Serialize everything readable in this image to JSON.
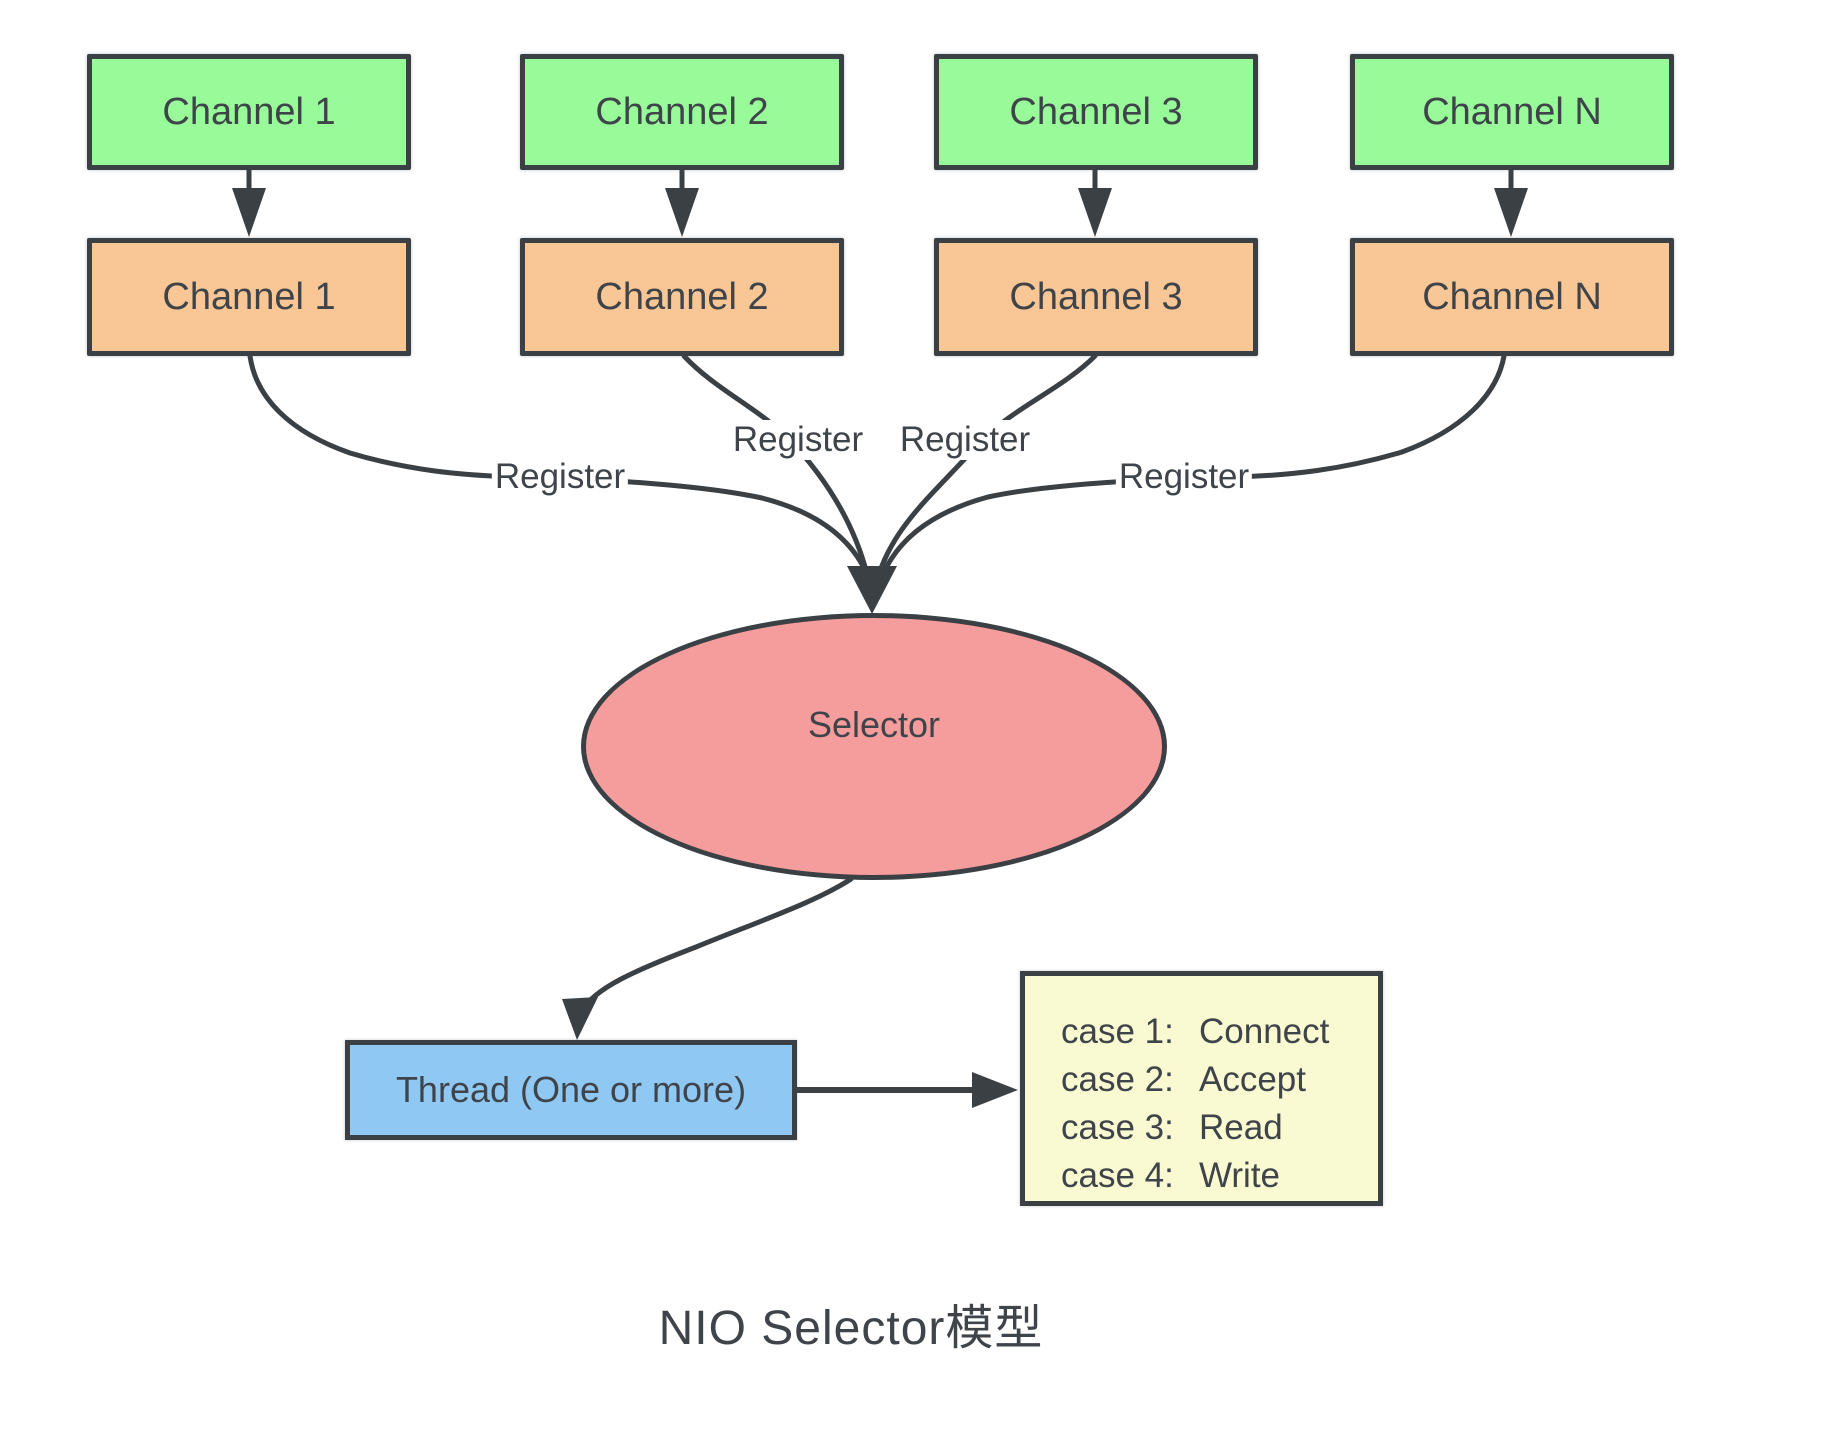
{
  "caption": "NIO Selector模型",
  "colors": {
    "bg": "#ffffff",
    "green": "#98fa98",
    "orange": "#f9c795",
    "pink": "#f59c9c",
    "blue": "#8fc8f2",
    "yellow": "#fafad2",
    "line": "#3b4045",
    "text": "#3f444a"
  },
  "green_channels": [
    {
      "label": "Channel 1"
    },
    {
      "label": "Channel 2"
    },
    {
      "label": "Channel 3"
    },
    {
      "label": "Channel N"
    }
  ],
  "orange_channels": [
    {
      "label": "Channel 1"
    },
    {
      "label": "Channel 2"
    },
    {
      "label": "Channel 3"
    },
    {
      "label": "Channel N"
    }
  ],
  "register_labels": [
    "Register",
    "Register",
    "Register",
    "Register"
  ],
  "selector": {
    "label": "Selector"
  },
  "thread": {
    "label": "Thread (One or more)"
  },
  "cases": {
    "rows": [
      {
        "num": "case 1:",
        "action": "Connect"
      },
      {
        "num": "case 2:",
        "action": "Accept"
      },
      {
        "num": "case 3:",
        "action": "Read"
      },
      {
        "num": "case 4:",
        "action": "Write"
      }
    ]
  }
}
